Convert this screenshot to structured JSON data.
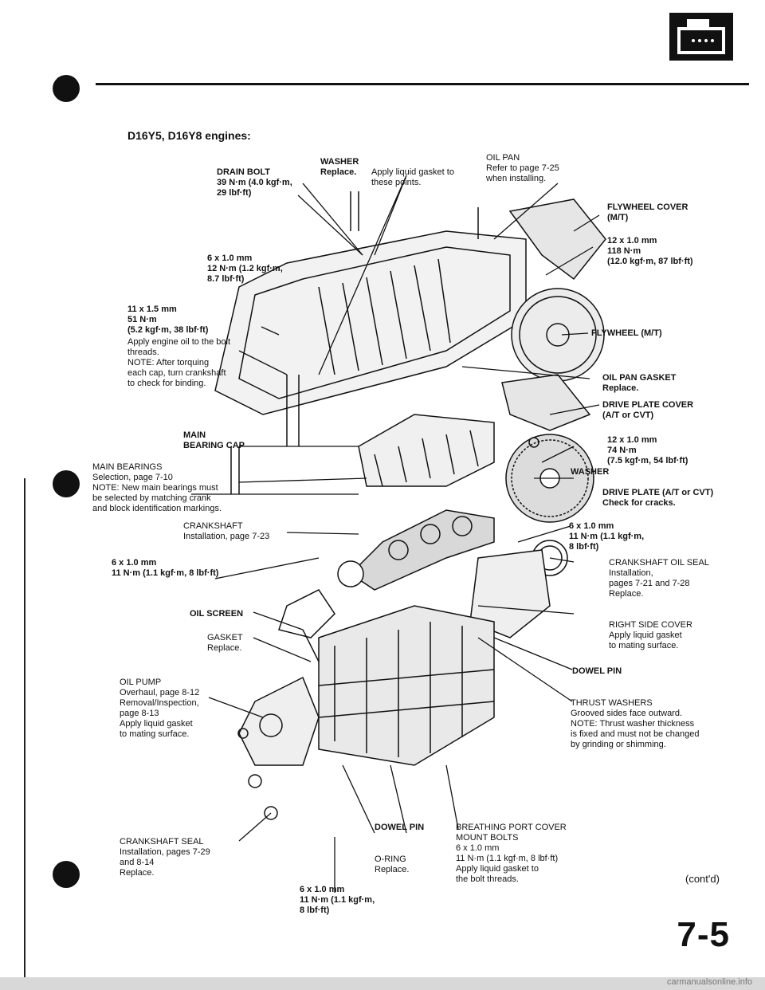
{
  "header": {
    "icon": "engine-icon"
  },
  "heading": "D16Y5, D16Y8 engines:",
  "labels": {
    "washer": "WASHER\nReplace.",
    "drain_bolt": "DRAIN BOLT\n39 N·m (4.0 kgf·m,\n29 lbf·ft)",
    "apply_gasket_top": "Apply liquid gasket to\nthese points.",
    "oil_pan": "OIL PAN\nRefer to page 7-25\nwhen installing.",
    "flywheel_cover": "FLYWHEEL COVER\n(M/T)",
    "bolt_12x1": "12 x 1.0 mm\n118 N·m\n(12.0 kgf·m, 87 lbf·ft)",
    "bolt_6x1_top": "6 x 1.0 mm\n12 N·m (1.2 kgf·m,\n8.7 lbf·ft)",
    "bolt_11x15": "11 x 1.5 mm\n51 N·m\n(5.2 kgf·m, 38 lbf·ft)",
    "apply_oil": "Apply engine oil to the bolt\nthreads.\nNOTE: After torquing\neach cap, turn crankshaft\nto check for binding.",
    "flywheel": "FLYWHEEL (M/T)",
    "oil_pan_gasket": "OIL PAN GASKET\nReplace.",
    "drive_plate_cover": "DRIVE PLATE COVER\n(A/T or CVT)",
    "main_bearing_cap": "MAIN\nBEARING CAP",
    "bolt_12x1_74": "12 x 1.0 mm\n74 N·m\n(7.5 kgf·m, 54 lbf·ft)",
    "washer2": "WASHER",
    "main_bearings": "MAIN BEARINGS\nSelection, page 7-10\nNOTE: New main bearings must\nbe selected by matching crank\nand block identification markings.",
    "drive_plate": "DRIVE PLATE (A/T or CVT)\nCheck for cracks.",
    "crankshaft": "CRANKSHAFT\nInstallation, page 7-23",
    "bolt_6x1_right": "6 x 1.0 mm\n11 N·m (1.1 kgf·m,\n8 lbf·ft)",
    "bolt_6x1_left": "6 x 1.0 mm\n11 N·m (1.1 kgf·m, 8 lbf·ft)",
    "crank_oil_seal": "CRANKSHAFT OIL SEAL\nInstallation,\npages 7-21 and 7-28\nReplace.",
    "oil_screen": "OIL SCREEN",
    "gasket": "GASKET\nReplace.",
    "right_side_cover": "RIGHT SIDE COVER\nApply liquid gasket\nto mating surface.",
    "oil_pump": "OIL PUMP\nOverhaul, page 8-12\nRemoval/Inspection,\npage 8-13\nApply liquid gasket\nto mating surface.",
    "dowel_pin_right": "DOWEL PIN",
    "thrust_washers": "THRUST WASHERS\nGrooved sides face outward.\nNOTE: Thrust washer thickness\nis fixed and must not be changed\nby grinding or shimming.",
    "crank_seal": "CRANKSHAFT SEAL\nInstallation, pages 7-29\nand 8-14\nReplace.",
    "dowel_pin_bottom": "DOWEL PIN",
    "o_ring": "O-RING\nReplace.",
    "breathing_cover": "BREATHING PORT COVER\nMOUNT BOLTS\n6 x 1.0 mm\n11 N·m (1.1 kgf·m, 8 lbf·ft)\nApply liquid gasket to\nthe bolt threads.",
    "bolt_6x1_bottom": "6 x 1.0 mm\n11 N·m (1.1 kgf·m,\n8 lbf·ft)"
  },
  "footer": {
    "cont": "(cont'd)",
    "page": "7-5",
    "watermark": "carmanualsonline.info"
  }
}
